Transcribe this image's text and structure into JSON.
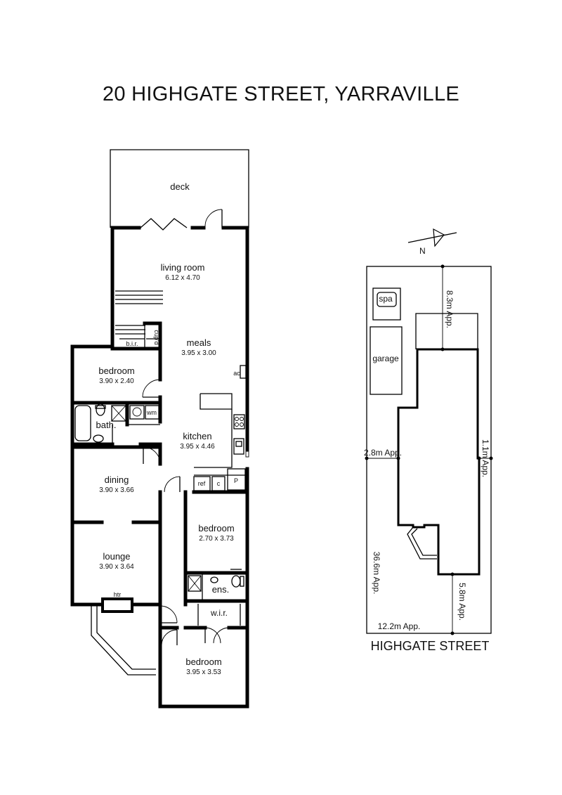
{
  "title": "20 HIGHGATE STREET, YARRAVILLE",
  "rooms": {
    "deck": "deck",
    "living_room": {
      "name": "living room",
      "dims": "6.12 x 4.70"
    },
    "meals": {
      "name": "meals",
      "dims": "3.95 x 3.00"
    },
    "bedroom_1": {
      "name": "bedroom",
      "dims": "3.90 x 2.40"
    },
    "bath": "bath.",
    "kitchen": {
      "name": "kitchen",
      "dims": "3.95 x 4.46"
    },
    "dining": {
      "name": "dining",
      "dims": "3.90 x 3.66"
    },
    "bedroom_2": {
      "name": "bedroom",
      "dims": "2.70 x 3.73"
    },
    "lounge": {
      "name": "lounge",
      "dims": "3.90 x 3.64"
    },
    "ens": "ens.",
    "wir": "w.i.r.",
    "bedroom_3": {
      "name": "bedroom",
      "dims": "3.95 x 3.53"
    }
  },
  "fixtures": {
    "bir": "b.i.r.",
    "cupd": "cup'd",
    "ac": "ac",
    "wm": "wm",
    "ref": "ref",
    "c": "c",
    "p": "P",
    "htr": "htr"
  },
  "site_plan": {
    "north": "N",
    "spa": "spa",
    "garage": "garage",
    "dim_rear": "8.3m App.",
    "dim_left": "2.8m App.",
    "dim_right": "1.1m App.",
    "dim_depth": "36.6m App.",
    "dim_front": "5.8m App.",
    "dim_width": "12.2m App.",
    "street": "HIGHGATE STREET"
  }
}
